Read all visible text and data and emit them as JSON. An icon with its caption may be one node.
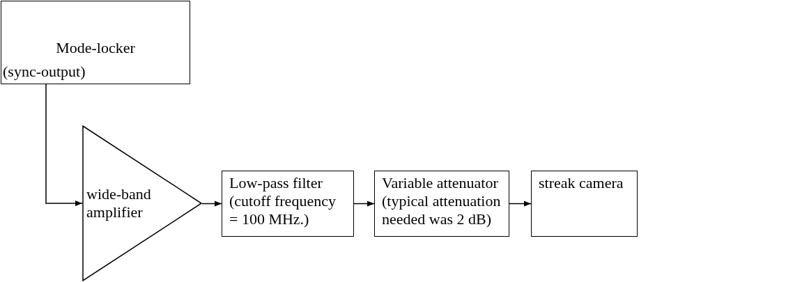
{
  "diagram": {
    "nodes": [
      {
        "text": [
          "Mode-locker",
          "(sync-output)"
        ]
      },
      {
        "text": [
          "wide-band amplifier"
        ]
      },
      {
        "text": [
          "Low-pass filter (cutoff frequency = 100 MHz.)"
        ]
      },
      {
        "text": [
          "Variable attenuator (typical attenuation needed was 2 dB)"
        ]
      },
      {
        "text": [
          "streak camera"
        ]
      }
    ],
    "edges": [
      {
        "from": 0,
        "to": 1,
        "arrow": "to"
      },
      {
        "from": 1,
        "to": 2,
        "arrow": "to"
      },
      {
        "from": 2,
        "to": 3,
        "arrow": "to"
      },
      {
        "from": 3,
        "to": 4,
        "arrow": "to"
      }
    ]
  }
}
